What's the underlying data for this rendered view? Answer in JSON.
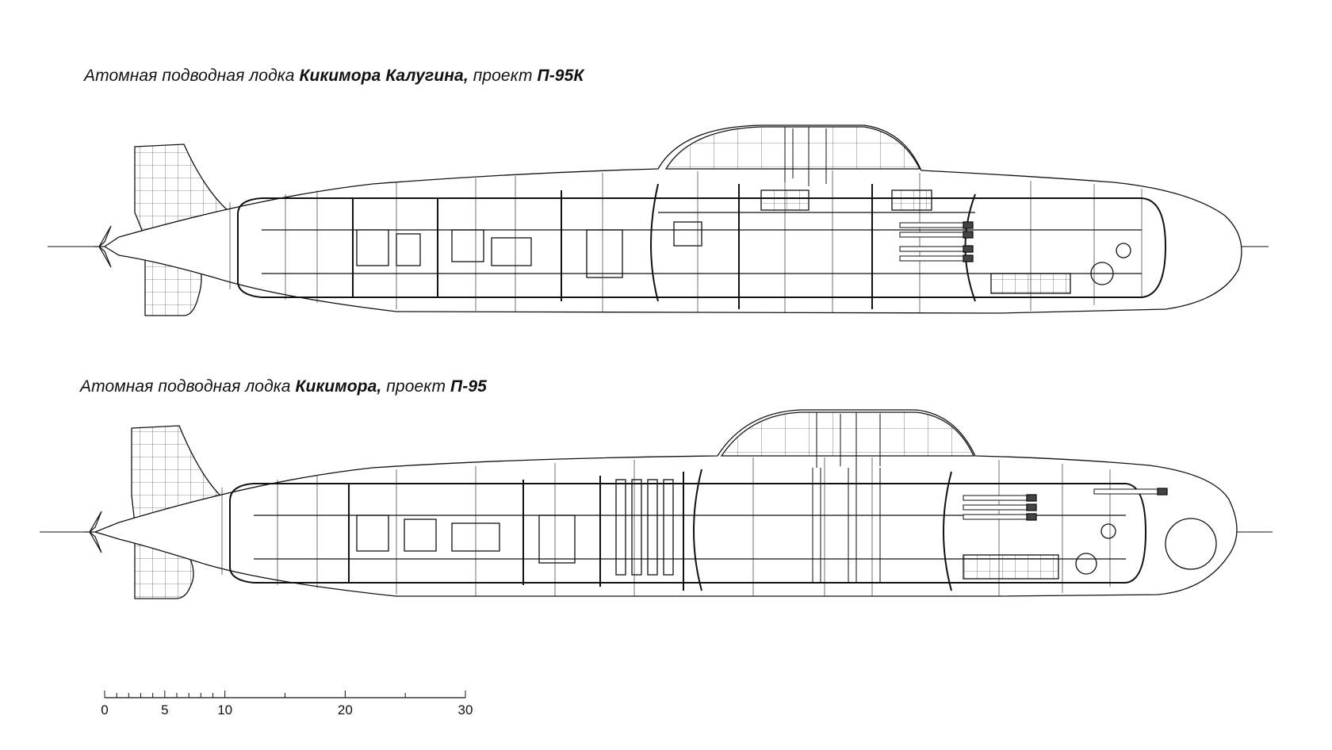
{
  "top_drawing": {
    "caption_prefix": "Атомная подводная лодка ",
    "caption_name": "Кикимора Калугина,",
    "caption_middle": " проект ",
    "caption_project": "П-95К"
  },
  "bottom_drawing": {
    "caption_prefix": "Атомная подводная лодка ",
    "caption_name": "Кикимора,",
    "caption_middle": " проект ",
    "caption_project": "П-95"
  },
  "scale_bar": {
    "labels": [
      "0",
      "5",
      "10",
      "20",
      "30"
    ],
    "values": [
      0,
      5,
      10,
      20,
      30
    ],
    "max": 30
  }
}
